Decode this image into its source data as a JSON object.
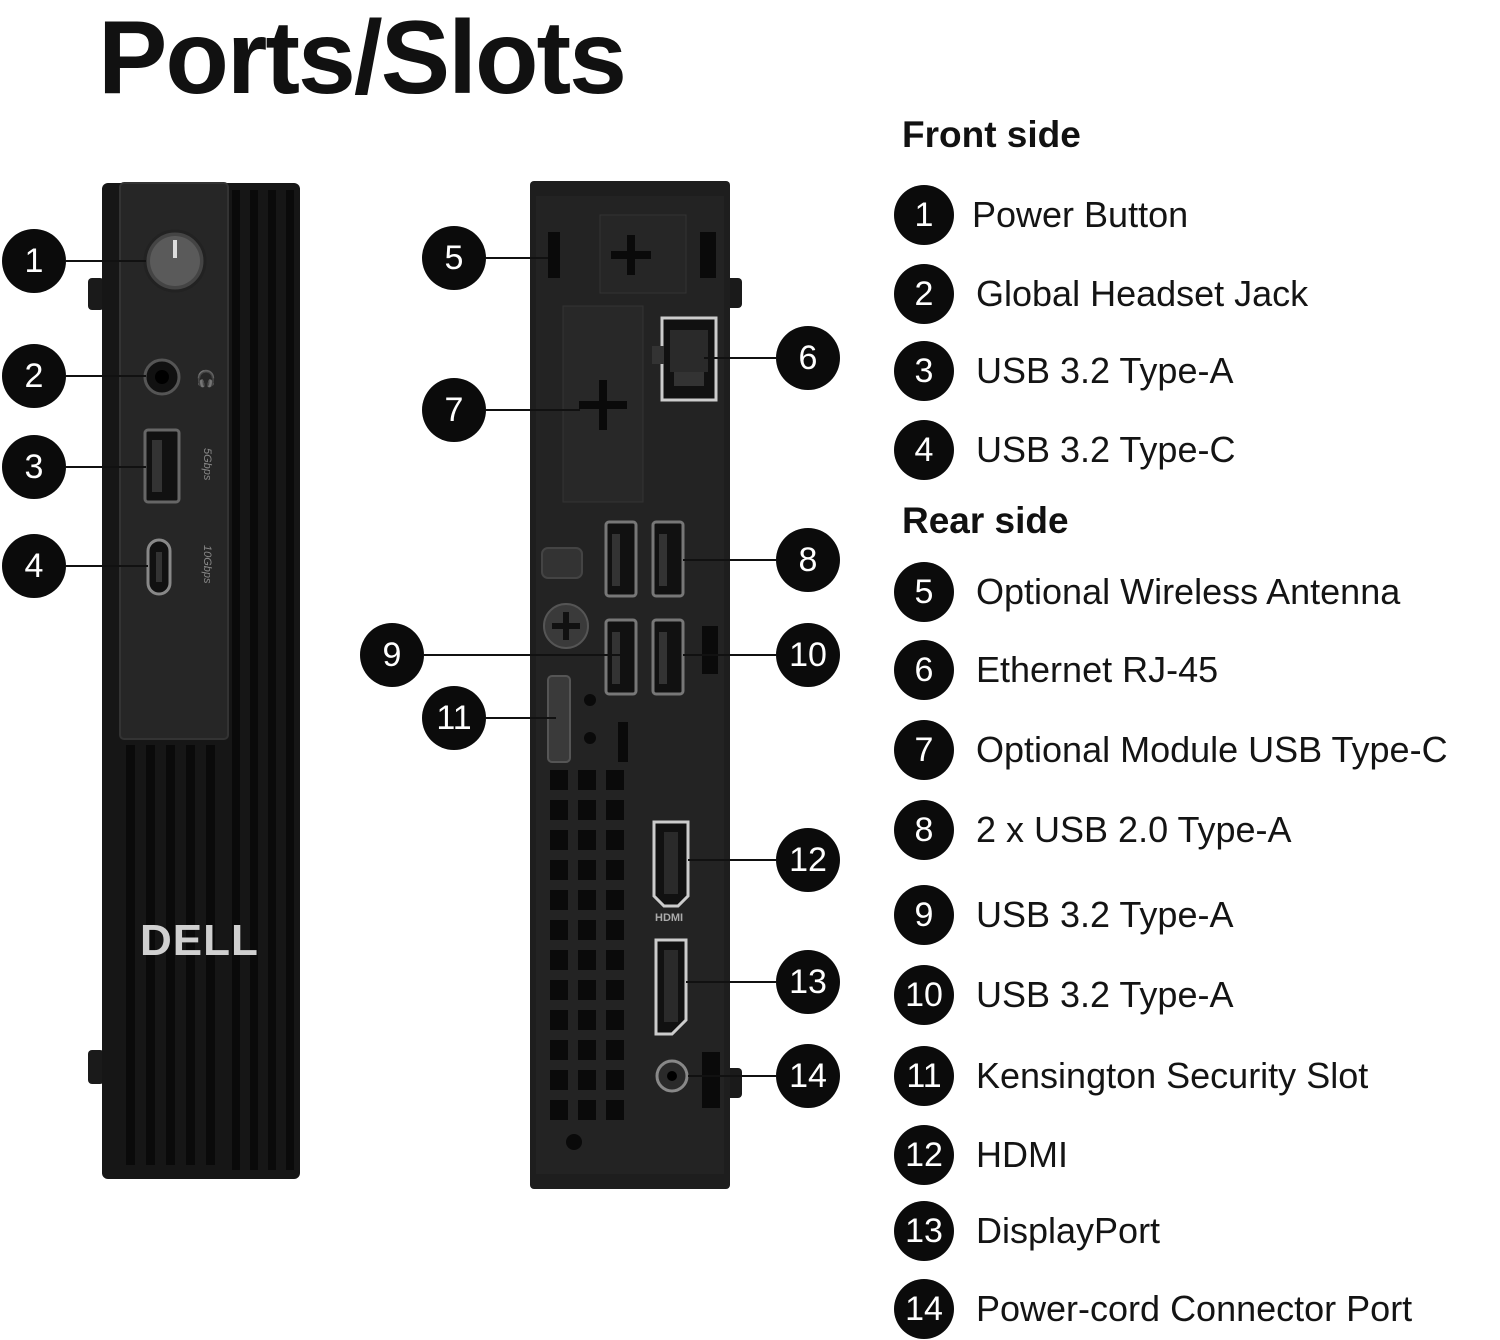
{
  "title": "Ports/Slots",
  "front_heading": "Front side",
  "rear_heading": "Rear side",
  "device_brand": "DELL",
  "port_markings": {
    "usb_5gbps": "5Gbps",
    "usbc_10gbps": "10Gbps",
    "hdmi": "HDMI"
  },
  "front_items": [
    {
      "num": "1",
      "label": "Power Button"
    },
    {
      "num": "2",
      "label": "Global Headset Jack"
    },
    {
      "num": "3",
      "label": "USB 3.2 Type-A"
    },
    {
      "num": "4",
      "label": "USB 3.2 Type-C"
    }
  ],
  "rear_items": [
    {
      "num": "5",
      "label": "Optional Wireless Antenna"
    },
    {
      "num": "6",
      "label": "Ethernet RJ-45"
    },
    {
      "num": "7",
      "label": "Optional Module USB Type-C"
    },
    {
      "num": "8",
      "label": "2 x USB 2.0 Type-A"
    },
    {
      "num": "9",
      "label": "USB 3.2 Type-A"
    },
    {
      "num": "10",
      "label": "USB 3.2 Type-A"
    },
    {
      "num": "11",
      "label": "Kensington Security Slot"
    },
    {
      "num": "12",
      "label": "HDMI"
    },
    {
      "num": "13",
      "label": "DisplayPort"
    },
    {
      "num": "14",
      "label": "Power-cord Connector Port"
    }
  ],
  "colors": {
    "chassis": "#1c1c1c",
    "panel": "#262626",
    "badge": "#0b0b0b",
    "text": "#111111"
  }
}
